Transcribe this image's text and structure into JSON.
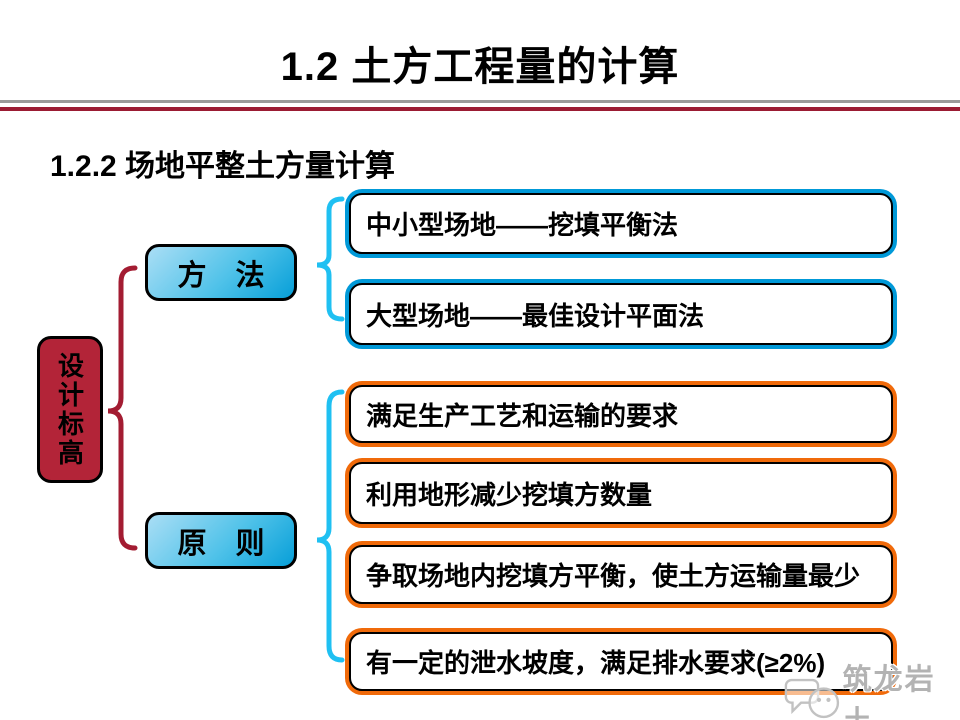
{
  "slide": {
    "title": "1.2 土方工程量的计算",
    "subtitle": "1.2.2 场地平整土方量计算"
  },
  "diagram": {
    "root_label": "设计标高",
    "branches": [
      {
        "label": "方　法",
        "items": [
          "中小型场地——挖填平衡法",
          "大型场地——最佳设计平面法"
        ]
      },
      {
        "label": "原　则",
        "items": [
          "满足生产工艺和运输的要求",
          "利用地形减少挖填方数量",
          "争取场地内挖填方平衡，使土方运输量最少",
          "有一定的泄水坡度，满足排水要求(≥2%)"
        ]
      }
    ]
  },
  "watermark": {
    "icon": "speech-bubble-icon",
    "text": "筑龙岩土"
  },
  "colors": {
    "rule_gray": "#9a9a9a",
    "rule_maroon": "#9b1b33",
    "root_fill": "#b32438",
    "root_brace": "#a31c32",
    "branch_brace": "#1fc0f2",
    "method_ring": "#0099d8",
    "principle_ring": "#f06a0a",
    "branch_gradient_start": "#aadef5",
    "branch_gradient_end": "#079fd8"
  }
}
